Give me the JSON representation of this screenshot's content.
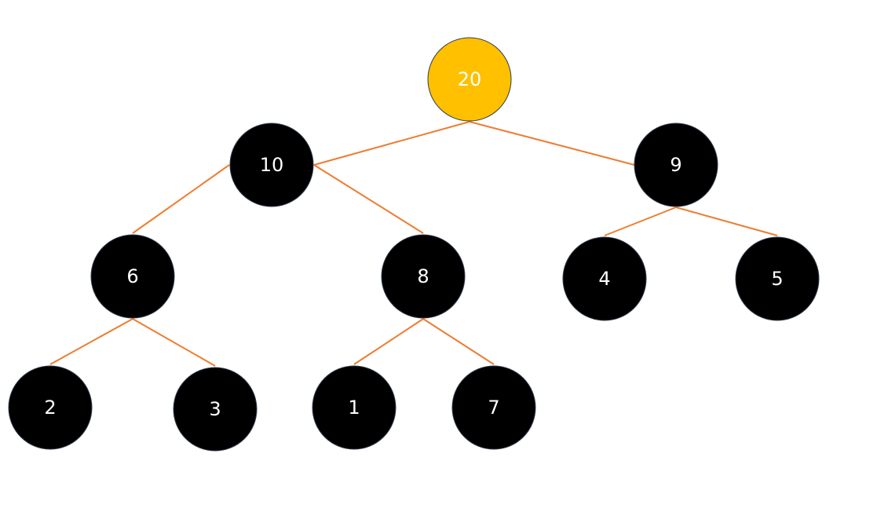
{
  "colors": {
    "root_fill": "#FFC000",
    "node_fill": "#000000",
    "label": "#FFFFFF",
    "edge": "#ED7D31"
  },
  "tree": {
    "nodes": [
      {
        "id": "n20",
        "label": "20",
        "highlighted": true
      },
      {
        "id": "n10",
        "label": "10"
      },
      {
        "id": "n9",
        "label": "9"
      },
      {
        "id": "n6",
        "label": "6"
      },
      {
        "id": "n8",
        "label": "8"
      },
      {
        "id": "n4",
        "label": "4"
      },
      {
        "id": "n5",
        "label": "5"
      },
      {
        "id": "n2",
        "label": "2"
      },
      {
        "id": "n3",
        "label": "3"
      },
      {
        "id": "n1",
        "label": "1"
      },
      {
        "id": "n7",
        "label": "7"
      }
    ],
    "edges": [
      {
        "from": "n20",
        "to": "n10"
      },
      {
        "from": "n20",
        "to": "n9"
      },
      {
        "from": "n10",
        "to": "n6"
      },
      {
        "from": "n10",
        "to": "n8"
      },
      {
        "from": "n9",
        "to": "n4"
      },
      {
        "from": "n9",
        "to": "n5"
      },
      {
        "from": "n6",
        "to": "n2"
      },
      {
        "from": "n6",
        "to": "n3"
      },
      {
        "from": "n8",
        "to": "n1"
      },
      {
        "from": "n8",
        "to": "n7"
      }
    ]
  }
}
